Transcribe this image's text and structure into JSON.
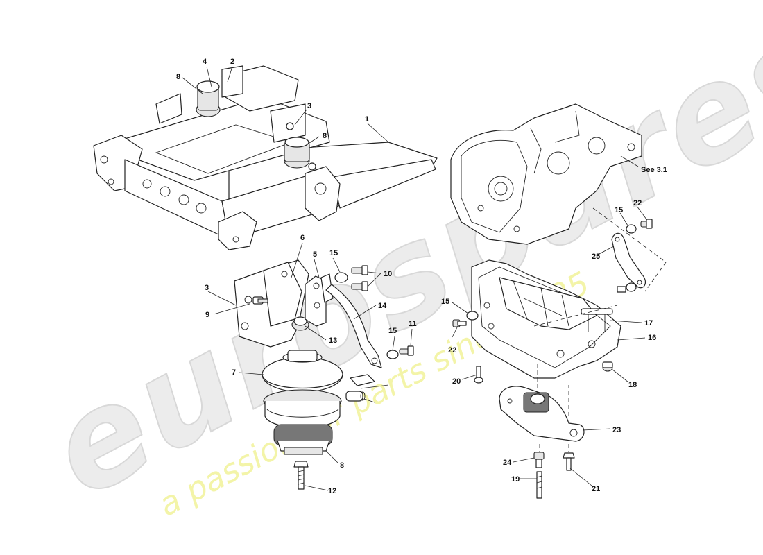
{
  "watermark": {
    "brand": "eurospares",
    "tagline": "a passion for parts since 1985"
  },
  "reference": "See 3.1",
  "callouts": [
    "1",
    "2",
    "3",
    "3",
    "4",
    "5",
    "6",
    "7",
    "8",
    "8",
    "8",
    "9",
    "10",
    "11",
    "12",
    "13",
    "14",
    "15",
    "15",
    "15",
    "15",
    "16",
    "17",
    "18",
    "19",
    "20",
    "21",
    "22",
    "22",
    "23",
    "24",
    "25"
  ]
}
